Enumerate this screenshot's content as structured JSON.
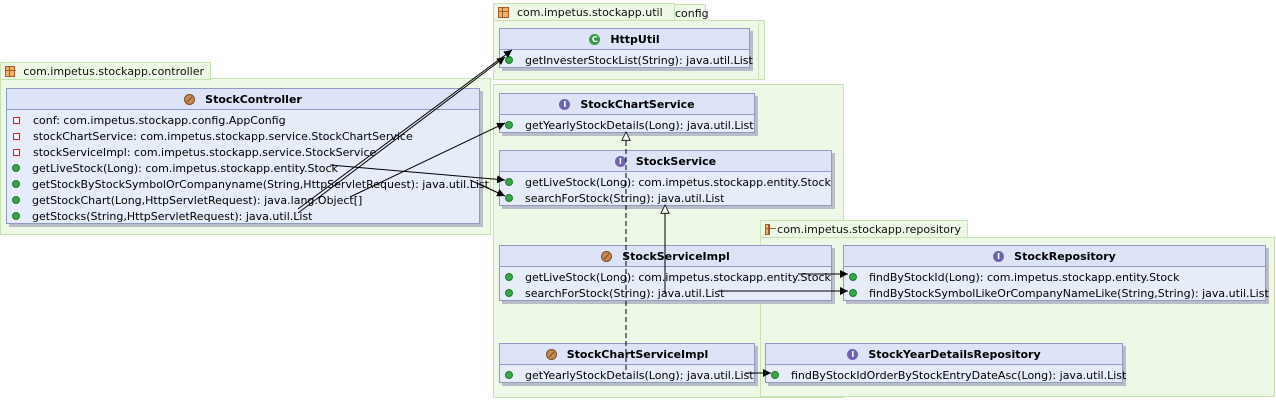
{
  "packages": {
    "controller": "com.impetus.stockapp.controller",
    "util": "com.impetus.stockapp.util",
    "config_fragment": "config",
    "repository": "com.impetus.stockapp.repository"
  },
  "classes": {
    "http_util": {
      "name": "HttpUtil",
      "members": [
        "getInvesterStockList(String): java.util.List"
      ]
    },
    "stock_controller": {
      "name": "StockController",
      "members": [
        "conf: com.impetus.stockapp.config.AppConfig",
        "stockChartService: com.impetus.stockapp.service.StockChartService",
        "stockServiceImpl: com.impetus.stockapp.service.StockService",
        "getLiveStock(Long): com.impetus.stockapp.entity.Stock",
        "getStockByStockSymbolOrCompanyname(String,HttpServletRequest): java.util.List",
        "getStockChart(Long,HttpServletRequest): java.lang.Object[]",
        "getStocks(String,HttpServletRequest): java.util.List"
      ]
    },
    "stock_chart_service": {
      "name": "StockChartService",
      "members": [
        "getYearlyStockDetails(Long): java.util.List"
      ]
    },
    "stock_service": {
      "name": "StockService",
      "members": [
        "getLiveStock(Long): com.impetus.stockapp.entity.Stock",
        "searchForStock(String): java.util.List"
      ]
    },
    "stock_service_impl": {
      "name": "StockServiceImpl",
      "members": [
        "getLiveStock(Long): com.impetus.stockapp.entity.Stock",
        "searchForStock(String): java.util.List"
      ]
    },
    "stock_repository": {
      "name": "StockRepository",
      "members": [
        "findByStockId(Long): com.impetus.stockapp.entity.Stock",
        "findByStockSymbolLikeOrCompanyNameLike(String,String): java.util.List"
      ]
    },
    "stock_chart_service_impl": {
      "name": "StockChartServiceImpl",
      "members": [
        "getYearlyStockDetails(Long): java.util.List"
      ]
    },
    "stock_year_details_repository": {
      "name": "StockYearDetailsRepository",
      "members": [
        "findByStockIdOrderByStockEntryDateAsc(Long): java.util.List"
      ]
    }
  },
  "icons": {
    "package": "package-icon",
    "class": "class-icon",
    "interface": "interface-icon",
    "public_method": "public-member-dot",
    "private_field": "private-field-square"
  },
  "colors": {
    "package_fill": "#eef8e6",
    "class_fill": "#e7ecf9",
    "class_border": "#8f9bc3",
    "public_dot": "#3aa64a",
    "private_marker": "#d0202a"
  }
}
